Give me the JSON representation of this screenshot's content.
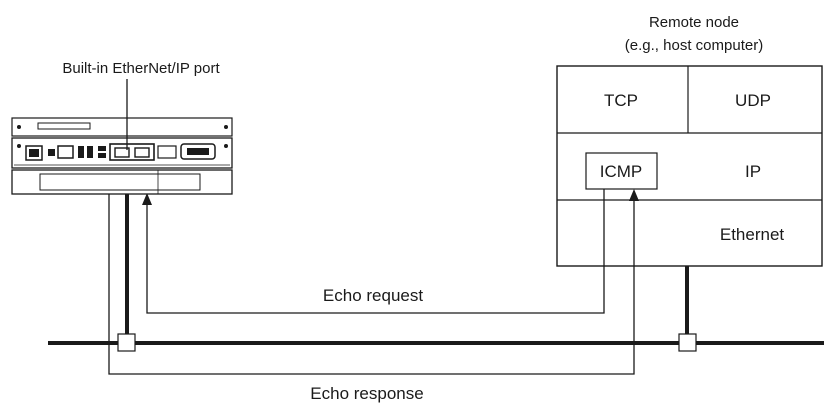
{
  "remote_node": {
    "title_line1": "Remote node",
    "title_line2": "(e.g., host computer)",
    "stack": {
      "tcp": "TCP",
      "udp": "UDP",
      "icmp": "ICMP",
      "ip": "IP",
      "ethernet": "Ethernet"
    }
  },
  "plc": {
    "port_label": "Built-in EtherNet/IP port"
  },
  "messages": {
    "request": "Echo request",
    "response": "Echo response"
  }
}
